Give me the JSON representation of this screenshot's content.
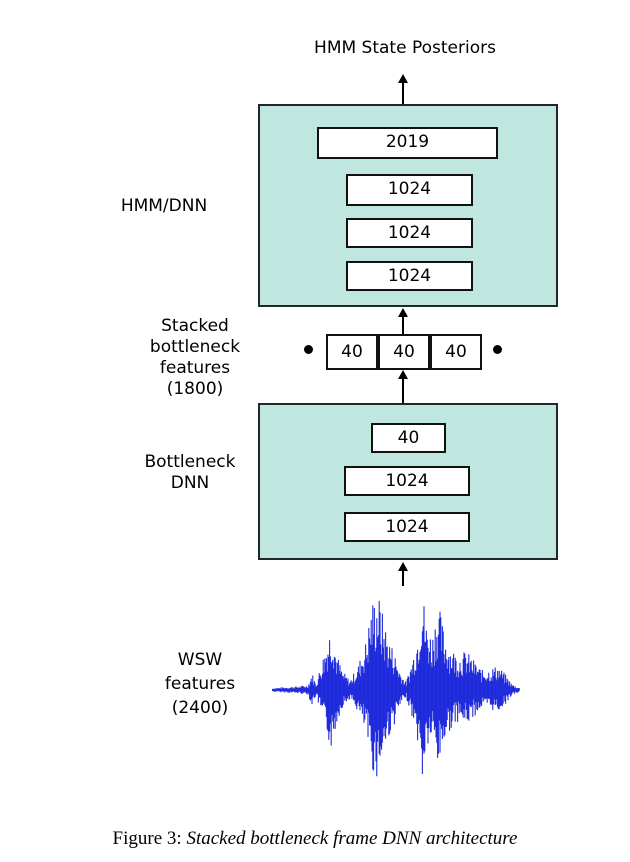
{
  "output_label": "HMM State Posteriors",
  "hmm_dnn": {
    "label": "HMM/DNN",
    "layers": [
      "2019",
      "1024",
      "1024",
      "1024"
    ]
  },
  "stacked": {
    "label_lines": [
      "Stacked",
      "bottleneck",
      "features",
      "(1800)"
    ],
    "frames": [
      "40",
      "40",
      "40"
    ]
  },
  "bottleneck_dnn": {
    "label_lines": [
      "Bottleneck",
      "DNN"
    ],
    "layers": [
      "40",
      "1024",
      "1024"
    ]
  },
  "input": {
    "label_lines": [
      "WSW",
      "features",
      "(2400)"
    ]
  },
  "caption": {
    "prefix": "Figure 3:",
    "text": "Stacked bottleneck frame DNN architecture"
  },
  "colors": {
    "block_fill": "#bfe6df",
    "waveform": "#1f2bdc"
  }
}
